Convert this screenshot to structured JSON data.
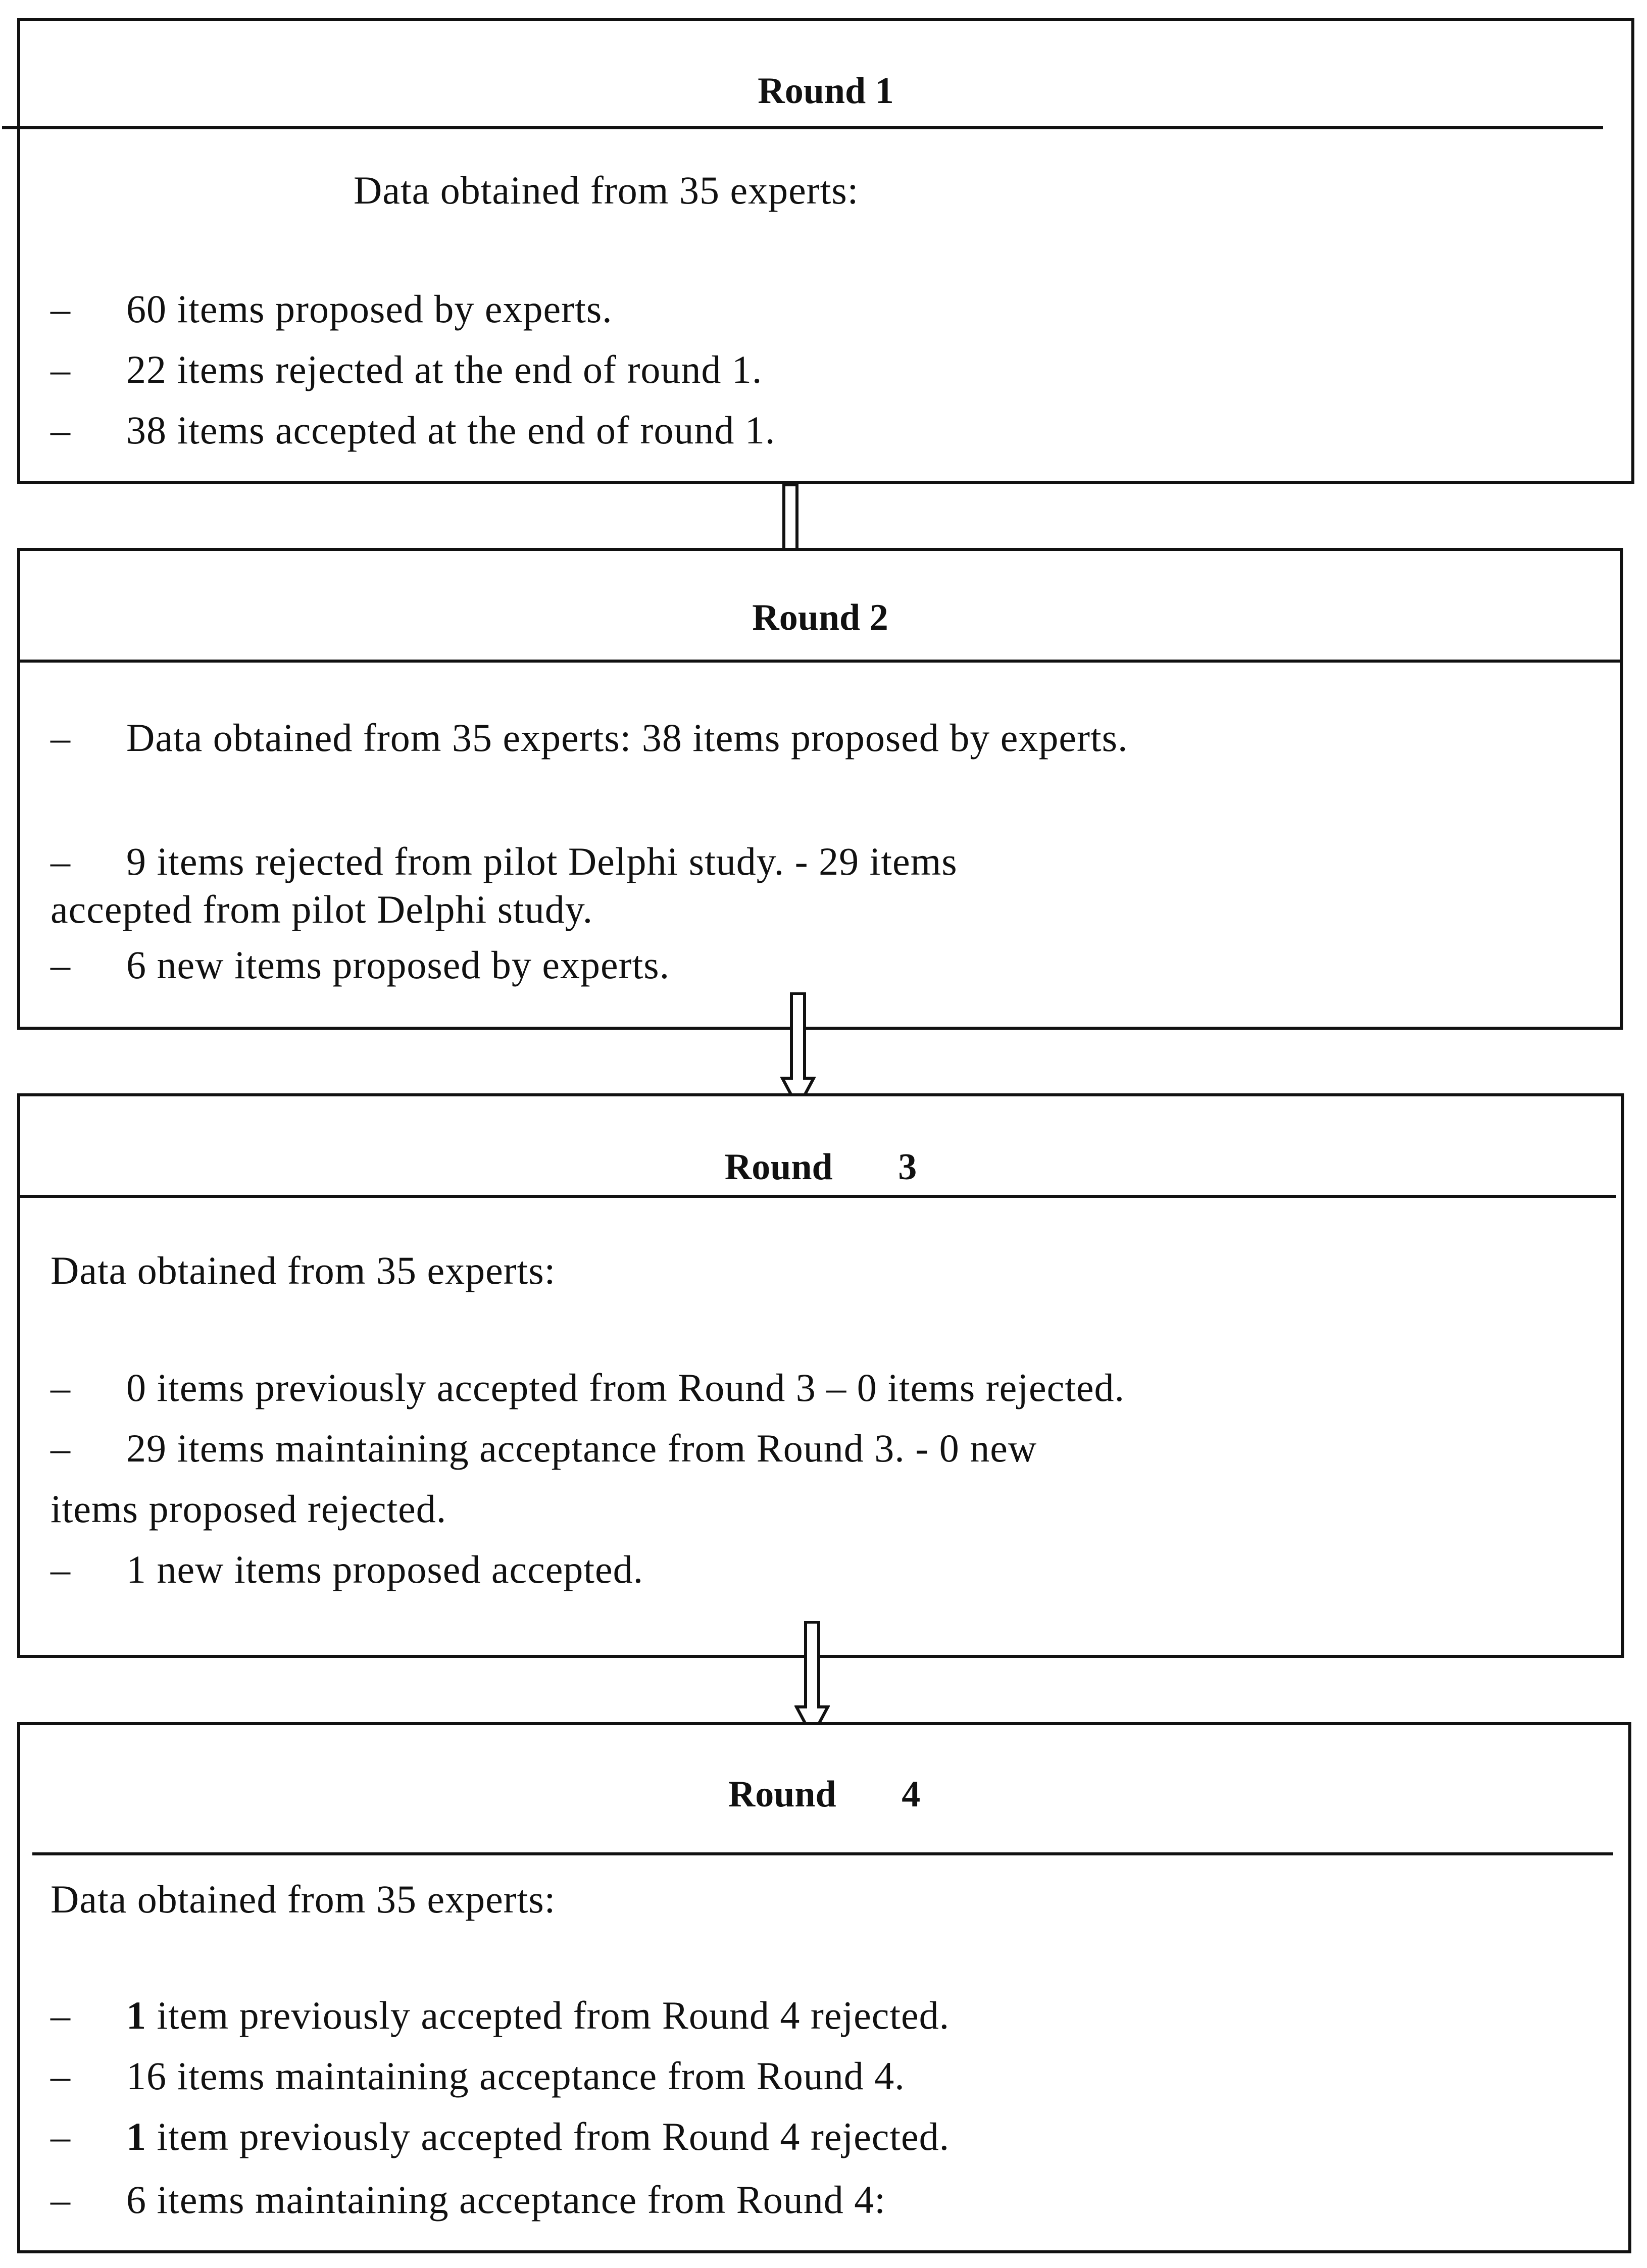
{
  "rounds": [
    {
      "title": "Round 1",
      "intro": "Data obtained from 35 experts:",
      "items": [
        "60 items proposed by experts.",
        "22 items rejected at the end of round 1.",
        "38 items accepted at the end of round 1."
      ]
    },
    {
      "title": "Round 2",
      "items": [
        "Data obtained from 35 experts: 38 items proposed by experts.",
        "9 items rejected from pilot Delphi study. - 29 items",
        "6 new items proposed by experts."
      ],
      "continuation": "accepted from pilot Delphi study."
    },
    {
      "title": "Round       3",
      "intro": "Data obtained from 35 experts:",
      "items": [
        "0 items previously accepted from Round 3 – 0 items rejected.",
        "29 items maintaining acceptance from Round 3. - 0 new",
        "1 new items proposed accepted."
      ],
      "continuation": "items proposed rejected."
    },
    {
      "title": "Round       4",
      "intro": "Data obtained from 35 experts:",
      "items": [
        {
          "bold": "1",
          "text": " item previously accepted from Round 4 rejected."
        },
        {
          "text": "16 items maintaining acceptance from Round 4."
        },
        {
          "bold": "1",
          "text": " item previously accepted from Round 4 rejected."
        },
        {
          "text": "6 items maintaining acceptance from Round 4:"
        }
      ]
    }
  ],
  "bullet": "–"
}
